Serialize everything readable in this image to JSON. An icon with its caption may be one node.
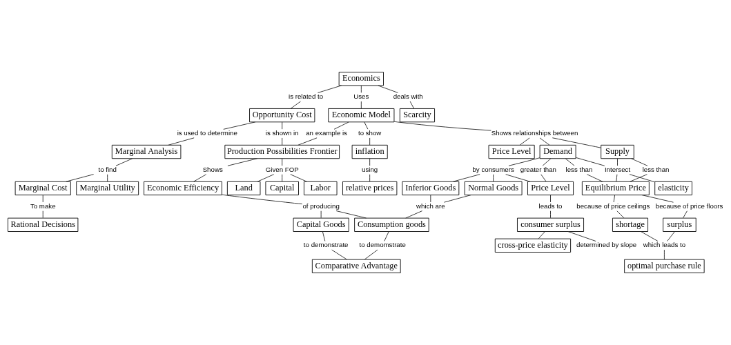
{
  "diagram": {
    "nodes": [
      {
        "text": [
          "Economics"
        ]
      },
      {
        "text": [
          "is related to"
        ]
      },
      {
        "text": [
          "deals with"
        ]
      },
      {
        "text": [
          "Uses"
        ]
      },
      {
        "text": [
          "Economic Model"
        ]
      },
      {
        "text": [
          "to show"
        ]
      },
      {
        "text": [
          "Opportunity Cost"
        ]
      },
      {
        "text": [
          "Scarcity"
        ]
      },
      {
        "text": [
          "inflation"
        ]
      },
      {
        "text": [
          "Shows relationships between"
        ]
      },
      {
        "text": [
          "an example is"
        ]
      },
      {
        "text": [
          "is used to determine"
        ]
      },
      {
        "text": [
          "using"
        ]
      },
      {
        "text": [
          "is shown in"
        ]
      },
      {
        "text": [
          "Price Level"
        ]
      },
      {
        "text": [
          "Supply"
        ]
      },
      {
        "text": [
          "Marginal Analysis"
        ]
      },
      {
        "text": [
          "relative prices"
        ]
      },
      {
        "text": [
          "Intersect"
        ]
      },
      {
        "text": [
          "less than"
        ]
      },
      {
        "text": [
          "to find"
        ]
      },
      {
        "text": [
          "Production Possibilities Frontier"
        ]
      },
      {
        "text": [
          "Demand"
        ]
      },
      {
        "text": [
          "less than"
        ]
      },
      {
        "text": [
          "Equilibrium Price"
        ]
      },
      {
        "text": [
          "Marginal Cost"
        ]
      },
      {
        "text": [
          "because of price ceilings"
        ]
      },
      {
        "text": [
          "Marginal Utility"
        ]
      },
      {
        "text": [
          "Shows"
        ]
      },
      {
        "text": [
          "Given FOP"
        ]
      },
      {
        "text": [
          "because of price floors"
        ]
      },
      {
        "text": [
          "greater than"
        ]
      },
      {
        "text": [
          "shortage"
        ]
      },
      {
        "text": [
          "To make"
        ]
      },
      {
        "text": [
          "by consumers"
        ]
      },
      {
        "text": [
          "Capital"
        ]
      },
      {
        "text": [
          "Labor"
        ]
      },
      {
        "text": [
          "surplus"
        ]
      },
      {
        "text": [
          "which leads to"
        ]
      },
      {
        "text": [
          "Land"
        ]
      },
      {
        "text": [
          "Price Level"
        ]
      },
      {
        "text": [
          "Rational Decisions"
        ]
      },
      {
        "text": [
          "Inferior Goods"
        ]
      },
      {
        "text": [
          "Economic Efficiency"
        ]
      },
      {
        "text": [
          "determined by slope"
        ]
      },
      {
        "text": [
          "leads to"
        ]
      },
      {
        "text": [
          "Normal Goods"
        ]
      },
      {
        "text": [
          "of producing"
        ]
      },
      {
        "text": [
          "optimal purchase rule"
        ]
      },
      {
        "text": [
          "consumer surplus"
        ]
      },
      {
        "text": [
          "which are"
        ]
      },
      {
        "text": [
          "Capital Goods"
        ]
      },
      {
        "text": [
          "to demonstrate"
        ]
      },
      {
        "text": [
          "to demomstrate"
        ]
      },
      {
        "text": [
          "Consumption goods"
        ]
      },
      {
        "text": [
          "Comparative Advantage"
        ]
      },
      {
        "text": [
          "elasticity"
        ]
      },
      {
        "text": [
          "cross-price elasticity"
        ]
      }
    ],
    "edges": [
      {
        "from": 0,
        "to": 1,
        "arrow": "none"
      },
      {
        "from": 1,
        "to": 6,
        "arrow": "none"
      },
      {
        "from": 0,
        "to": 2,
        "arrow": "none"
      },
      {
        "from": 2,
        "to": 7,
        "arrow": "none"
      },
      {
        "from": 0,
        "to": 3,
        "arrow": "none"
      },
      {
        "from": 3,
        "to": 4,
        "arrow": "none"
      },
      {
        "from": 4,
        "to": 5,
        "arrow": "none"
      },
      {
        "from": 5,
        "to": 8,
        "arrow": "none"
      },
      {
        "from": 8,
        "to": 12,
        "arrow": "none"
      },
      {
        "from": 12,
        "to": 17,
        "arrow": "none"
      },
      {
        "from": 4,
        "to": 10,
        "arrow": "none"
      },
      {
        "from": 10,
        "to": 21,
        "arrow": "none"
      },
      {
        "from": 4,
        "to": 9,
        "arrow": "none"
      },
      {
        "from": 9,
        "to": 14,
        "arrow": "none"
      },
      {
        "from": 9,
        "to": 22,
        "arrow": "none"
      },
      {
        "from": 9,
        "to": 15,
        "arrow": "none"
      },
      {
        "from": 6,
        "to": 11,
        "arrow": "none"
      },
      {
        "from": 11,
        "to": 16,
        "arrow": "none"
      },
      {
        "from": 6,
        "to": 13,
        "arrow": "none"
      },
      {
        "from": 13,
        "to": 21,
        "arrow": "none"
      },
      {
        "from": 16,
        "to": 20,
        "arrow": "none"
      },
      {
        "from": 20,
        "to": 25,
        "arrow": "none"
      },
      {
        "from": 20,
        "to": 27,
        "arrow": "none"
      },
      {
        "from": 25,
        "to": 33,
        "arrow": "none"
      },
      {
        "from": 33,
        "to": 41,
        "arrow": "none"
      },
      {
        "from": 21,
        "to": 28,
        "arrow": "none"
      },
      {
        "from": 28,
        "to": 43,
        "arrow": "none"
      },
      {
        "from": 21,
        "to": 29,
        "arrow": "none"
      },
      {
        "from": 29,
        "to": 36,
        "arrow": "none"
      },
      {
        "from": 29,
        "to": 39,
        "arrow": "none"
      },
      {
        "from": 29,
        "to": 35,
        "arrow": "none"
      },
      {
        "from": 15,
        "to": 18,
        "arrow": "none"
      },
      {
        "from": 22,
        "to": 18,
        "arrow": "none"
      },
      {
        "from": 18,
        "to": 24,
        "arrow": "none"
      },
      {
        "from": 18,
        "to": 56,
        "arrow": "none"
      },
      {
        "from": 15,
        "to": 19,
        "arrow": "none"
      },
      {
        "from": 19,
        "to": 24,
        "arrow": "none"
      },
      {
        "from": 22,
        "to": 23,
        "arrow": "none"
      },
      {
        "from": 23,
        "to": 24,
        "arrow": "none"
      },
      {
        "from": 22,
        "to": 31,
        "arrow": "none"
      },
      {
        "from": 31,
        "to": 40,
        "arrow": "none"
      },
      {
        "from": 22,
        "to": 34,
        "arrow": "none"
      },
      {
        "from": 34,
        "to": 46,
        "arrow": "none"
      },
      {
        "from": 34,
        "to": 42,
        "arrow": "none"
      },
      {
        "from": 34,
        "to": 40,
        "arrow": "none"
      },
      {
        "from": 24,
        "to": 26,
        "arrow": "none"
      },
      {
        "from": 26,
        "to": 32,
        "arrow": "none"
      },
      {
        "from": 24,
        "to": 30,
        "arrow": "none"
      },
      {
        "from": 30,
        "to": 37,
        "arrow": "none"
      },
      {
        "from": 37,
        "to": 38,
        "arrow": "none"
      },
      {
        "from": 32,
        "to": 38,
        "arrow": "none"
      },
      {
        "from": 38,
        "to": 48,
        "arrow": "none"
      },
      {
        "from": 40,
        "to": 45,
        "arrow": "none"
      },
      {
        "from": 45,
        "to": 49,
        "arrow": "none"
      },
      {
        "from": 49,
        "to": 44,
        "arrow": "none"
      },
      {
        "from": 49,
        "to": 57,
        "arrow": "none"
      },
      {
        "from": 43,
        "to": 47,
        "arrow": "none"
      },
      {
        "from": 47,
        "to": 51,
        "arrow": "none"
      },
      {
        "from": 47,
        "to": 54,
        "arrow": "none"
      },
      {
        "from": 51,
        "to": 52,
        "arrow": "none"
      },
      {
        "from": 52,
        "to": 55,
        "arrow": "none"
      },
      {
        "from": 54,
        "to": 53,
        "arrow": "none"
      },
      {
        "from": 53,
        "to": 55,
        "arrow": "none"
      },
      {
        "from": 46,
        "to": 50,
        "arrow": "none"
      },
      {
        "from": 42,
        "to": 50,
        "arrow": "none"
      },
      {
        "from": 50,
        "to": 54,
        "arrow": "none"
      }
    ]
  }
}
